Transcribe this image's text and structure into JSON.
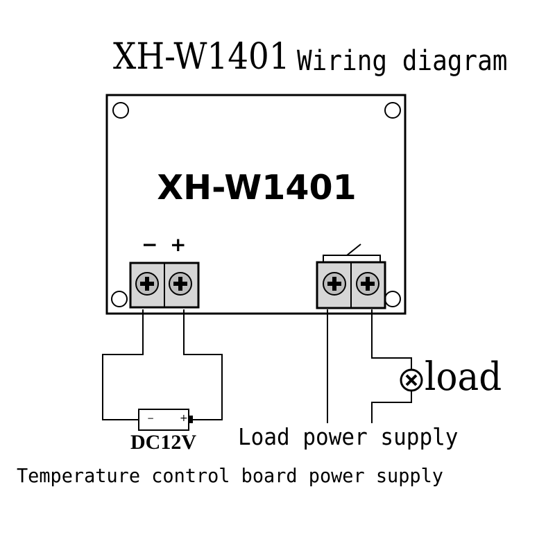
{
  "title": {
    "model": "XH-W1401",
    "text": "Wiring diagram"
  },
  "board": {
    "label": "XH-W1401",
    "polarity_minus": "−",
    "polarity_plus": "+"
  },
  "battery": {
    "label": "DC12V",
    "minus": "−",
    "plus": "+"
  },
  "load": {
    "label": "load"
  },
  "captions": {
    "load_power_supply": "Load power supply",
    "board_power_supply": "Temperature control board power supply"
  }
}
